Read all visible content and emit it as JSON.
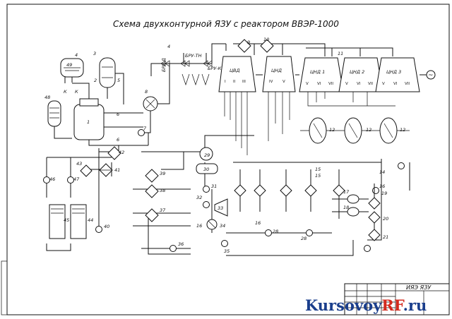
{
  "title": "Схема двухконтурной ЯЗУ с реактором ВВЭР-1000",
  "stamp": "ИЯЭ ЯЗУ",
  "watermark": {
    "part1": "Kursovoy",
    "part2": "RF",
    "part3": ".ru",
    "accent": "#1a3e8c",
    "red": "#d42a1e"
  },
  "valve_labels": [
    "БРУ-Д",
    "БРУ-ТН",
    "БРУ-К"
  ],
  "cylinders": [
    {
      "name": "ЦВД",
      "sections": [
        "I",
        "II",
        "III"
      ]
    },
    {
      "name": "ЦНД",
      "sections": [
        "IV",
        "V"
      ]
    },
    {
      "name": "ЦНД 1",
      "sections": [
        "V",
        "VI",
        "VII"
      ]
    },
    {
      "name": "ЦНД 2",
      "sections": [
        "V",
        "VI",
        "VII"
      ]
    },
    {
      "name": "ЦНД 3",
      "sections": [
        "V",
        "VI",
        "VII"
      ]
    }
  ],
  "marker_k": "К",
  "generator_symbol": "~",
  "numbers": [
    "1",
    "2",
    "3",
    "4",
    "5",
    "6",
    "7",
    "8",
    "9",
    "10",
    "11",
    "12",
    "14",
    "15",
    "16",
    "17",
    "18",
    "19",
    "20",
    "21",
    "28",
    "29",
    "30",
    "31",
    "32",
    "33",
    "34",
    "35",
    "36",
    "37",
    "38",
    "39",
    "40",
    "41",
    "42",
    "43",
    "44",
    "45",
    "46",
    "47",
    "48",
    "49"
  ]
}
